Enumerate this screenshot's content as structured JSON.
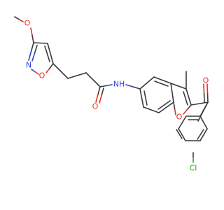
{
  "molecule": {
    "colors": {
      "bond": "#3a3a3a",
      "oxygen": "#e8321e",
      "nitrogen": "#2f3fd6",
      "chlorine": "#20b020",
      "carbon": "#3a3a3a",
      "background": "#ffffff"
    },
    "atom_labels": {
      "methoxy_o": "O",
      "isoxazole_n": "N",
      "isoxazole_o": "O",
      "amide_o": "O",
      "amide_nh": "NH",
      "benzofuran_o": "O",
      "ketone_o": "O",
      "chlorine": "Cl"
    }
  }
}
